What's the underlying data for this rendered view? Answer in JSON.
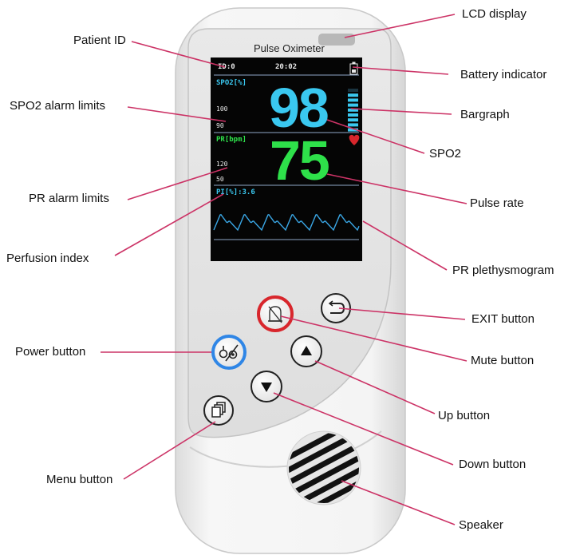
{
  "device": {
    "title": "Pulse Oximeter",
    "screen": {
      "patient_id": "ID:0",
      "time": "20:02",
      "spo2_label": "SPO2[%]",
      "spo2_value": "98",
      "spo2_limit_high": "100",
      "spo2_limit_low": "90",
      "pr_label": "PR[bpm]",
      "pr_value": "75",
      "pr_limit_high": "120",
      "pr_limit_low": "50",
      "pi_label": "PI[%]:3.6",
      "bargraph_level": 0.85
    },
    "colors": {
      "body": "#f2f2f2",
      "screen": "#050505",
      "spo2": "#3ac8f0",
      "pr": "#2ee04a",
      "mute_ring": "#d8262c",
      "power_ring": "#2f86e6",
      "heart": "#d8262c",
      "leader": "#cc3366"
    },
    "icons": {
      "battery": "battery-icon",
      "heart": "heart-icon",
      "mute": "bell-slash-icon",
      "power": "power-icon",
      "exit": "return-arrow-icon",
      "up": "triangle-up-icon",
      "down": "triangle-down-icon",
      "menu": "stacked-windows-icon",
      "speaker": "speaker-grille-icon"
    }
  },
  "callouts": {
    "lcd_display": "LCD display",
    "patient_id": "Patient ID",
    "battery_indicator": "Battery indicator",
    "spo2_alarm_limits": "SPO2 alarm limits",
    "bargraph": "Bargraph",
    "spo2": "SPO2",
    "pr_alarm_limits": "PR alarm limits",
    "pulse_rate": "Pulse rate",
    "perfusion_index": "Perfusion index",
    "pr_plethysmogram": "PR plethysmogram",
    "exit_button": "EXIT button",
    "power_button": "Power button",
    "mute_button": "Mute button",
    "up_button": "Up button",
    "down_button": "Down button",
    "menu_button": "Menu button",
    "speaker": "Speaker"
  }
}
